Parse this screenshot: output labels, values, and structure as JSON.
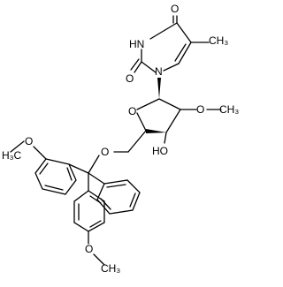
{
  "molecule": {
    "labels": {
      "o_c4": "O",
      "nh": "HN",
      "me_c5": "CH₃",
      "o_c2": "O",
      "n1": "N",
      "o_ring": "O",
      "o_2prime": "O",
      "me_2prime": "CH₃",
      "oh_3prime": "HO",
      "o_5prime": "O",
      "o_meo_left": "O",
      "me_meo_left": "H₃C",
      "o_meo_bottom": "O",
      "me_meo_bottom": "CH₃"
    }
  }
}
